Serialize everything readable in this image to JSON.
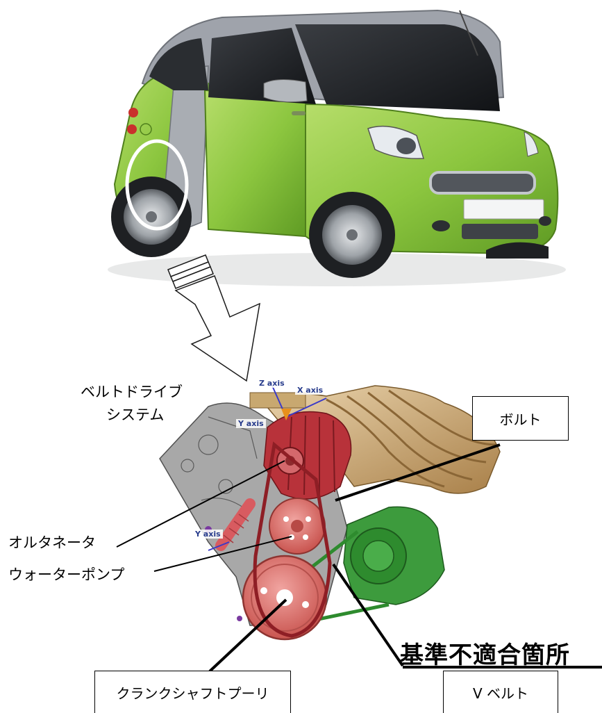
{
  "labels": {
    "belt_drive_line1": "ベルトドライブ",
    "belt_drive_line2": "システム",
    "bolt": "ボルト",
    "alternator": "オルタネータ",
    "water_pump": "ウォーターポンプ",
    "crankshaft_pulley": "クランクシャフトプーリ",
    "v_belt": "V ベルト",
    "nonconforming": "基準不適合箇所"
  },
  "axes": {
    "z": "Z axis",
    "x": "X axis",
    "y_upper": "Y axis",
    "y_lower": "Y axis"
  },
  "colors": {
    "car_body": "#8cc63f",
    "car_frame": "#a0a4ac",
    "pulley": "#d96a66",
    "alternator": "#b8323a",
    "intake": "#c7a26a",
    "compressor": "#2e8b2e",
    "engine_block": "#9a9a9a"
  }
}
